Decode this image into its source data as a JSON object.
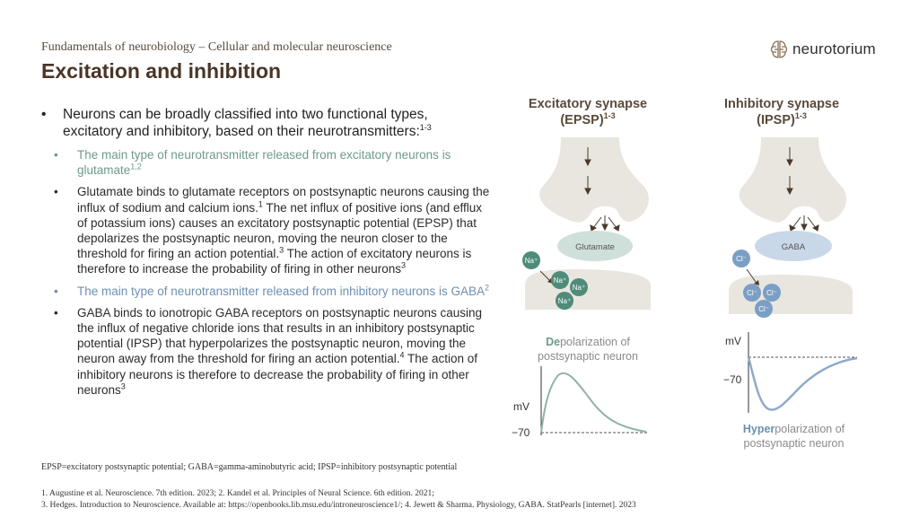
{
  "header": {
    "subtitle": "Fundamentals of neurobiology – Cellular and molecular neuroscience",
    "title": "Excitation and inhibition",
    "logo": "neurotorium"
  },
  "bullets": {
    "main": "Neurons can be broadly classified into two functional types, excitatory and inhibitory, based on their neurotransmitters:",
    "main_ref": "1-3",
    "sub1": "The main type of neurotransmitter released from excitatory neurons is glutamate",
    "sub1_ref": "1,2",
    "sub2a": "Glutamate binds to glutamate receptors on postsynaptic neurons causing the influx of sodium and calcium ions.",
    "sub2a_ref": "1",
    "sub2b": " The net influx of positive ions (and efflux of potassium ions) causes an excitatory postsynaptic potential (EPSP) that depolarizes the postsynaptic neuron, moving the neuron closer to the threshold for firing an action potential.",
    "sub2b_ref": "3",
    "sub2c": " The action of excitatory neurons is therefore to increase the probability of firing in other neurons",
    "sub2c_ref": "3",
    "sub3": "The main type of neurotransmitter released from inhibitory neurons is GABA",
    "sub3_ref": "2",
    "sub4a": "GABA binds to ionotropic GABA receptors on postsynaptic neurons causing the influx of negative chloride ions that results in an inhibitory postsynaptic potential (IPSP) that hyperpolarizes the postsynaptic neuron, moving the neuron away from the threshold for firing an action potential.",
    "sub4a_ref": "4",
    "sub4b": " The action of inhibitory neurons is therefore to decrease the probability of firing in other neurons",
    "sub4b_ref": "3"
  },
  "footer": {
    "abbreviations": "EPSP=excitatory postsynaptic potential; GABA=gamma-aminobutyric acid; IPSP=inhibitory postsynaptic potential",
    "ref_line1": "1. Augustine et al. Neuroscience. 7th edition. 2023; 2. Kandel et al. Principles of Neural Science. 6th edition. 2021;",
    "ref_line2": "3. Hedges. Introduction to Neuroscience. Available at: https://openbooks.lib.msu.edu/introneuroscience1/; 4. Jewett & Sharma. Physiology, GABA. StatPearls [internet]. 2023"
  },
  "diagram": {
    "excitatory": {
      "title_line1": "Excitatory synapse",
      "title_line2": "(EPSP)",
      "title_ref": "1-3",
      "transmitter": "Glutamate",
      "ion": "Na⁺",
      "caption_bold": "De",
      "caption_rest": "polarization of",
      "caption_line2": "postsynaptic neuron",
      "y_unit": "mV",
      "y_value": "−70",
      "color": "#8fb3a6"
    },
    "inhibitory": {
      "title_line1": "Inhibitory synapse",
      "title_line2": "(IPSP)",
      "title_ref": "1-3",
      "transmitter": "GABA",
      "ion": "Cl⁻",
      "caption_bold": "Hyper",
      "caption_rest": "polarization of",
      "caption_line2": "postsynaptic neuron",
      "y_unit": "mV",
      "y_value": "−70",
      "color": "#8faacb"
    }
  }
}
